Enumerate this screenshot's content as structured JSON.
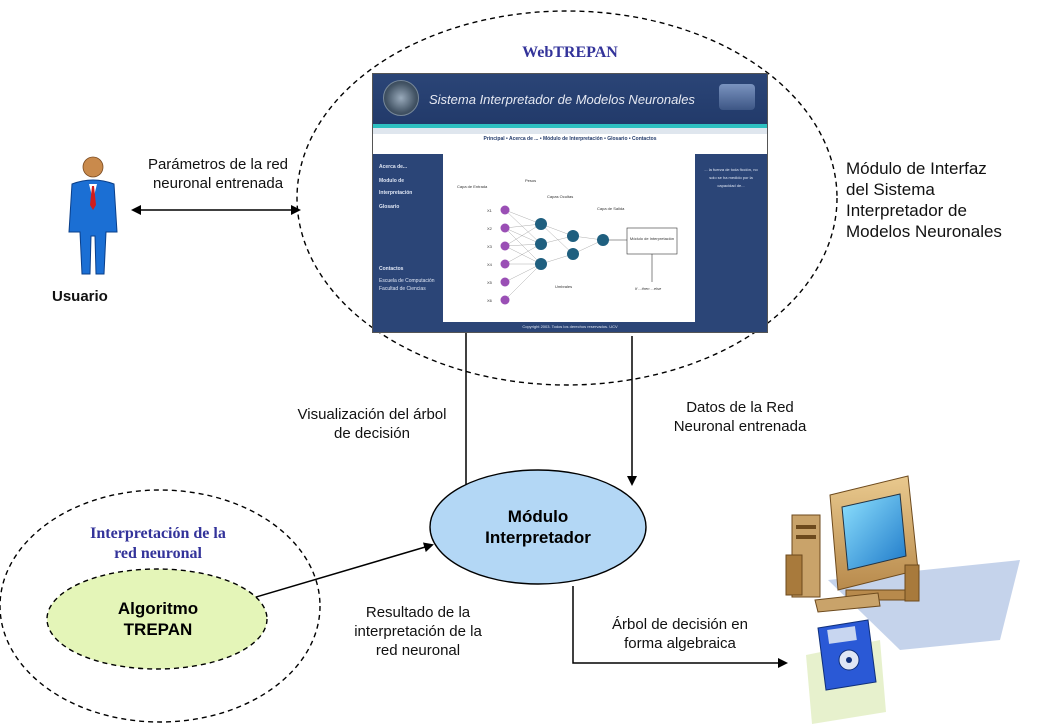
{
  "webtrepan": {
    "title": "WebTREPAN",
    "side_label": [
      "Módulo de Interfaz",
      "del Sistema",
      "Interpretador de",
      "Modelos  Neuronales"
    ]
  },
  "user": {
    "label": "Usuario",
    "edge_label": [
      "Parámetros de la red",
      "neuronal entrenada"
    ]
  },
  "screenshot": {
    "app_title": "Sistema Interpretador de Modelos Neuronales",
    "nav": "Principal • Acerca de ... • Módulo de Interpretación • Glosario • Contactos",
    "side_items": [
      "Acerca de...",
      "Modulo de",
      "Interpretación",
      "Glosario"
    ],
    "contact_title": "Contactos",
    "contact_lines": [
      "Escuela de Computación",
      "Facultad de Ciencias"
    ],
    "quote": "... la fuerza de toda ficción, no solo se ha medido por la capacidad de... ",
    "diagram_labels": {
      "input_layer": "Capa de Entrada",
      "weights": "Pesos",
      "hidden_layers": "Capas Ocultas",
      "output_layer": "Capa de Salida",
      "thresholds": "Umbrales",
      "module_box": "Módulo de Interpretación",
      "rule": "If ...then ...else",
      "inputs": [
        "X1",
        "X2",
        "X3",
        "X4",
        "X5",
        "X6"
      ]
    },
    "footer": "Copyright 2003. Todos los derechos reservados. UCV"
  },
  "interpreter": {
    "title": [
      "Módulo",
      "Interpretador"
    ]
  },
  "edges": {
    "visualization": [
      "Visualización del árbol",
      "de decisión"
    ],
    "data": [
      "Datos de la Red",
      "Neuronal entrenada"
    ],
    "result": [
      "Resultado de la",
      "interpretación de la",
      "red neuronal"
    ],
    "algebraic": [
      "Árbol de decisión en",
      "forma algebraica"
    ]
  },
  "interpretation": {
    "title": [
      "Interpretación de la",
      "red neuronal"
    ],
    "algorithm": [
      "Algoritmo",
      "TREPAN"
    ]
  },
  "colors": {
    "ellipse_fill": "#b3d7f5",
    "algo_fill": "#e4f5b8",
    "title_blue": "#33339a"
  }
}
